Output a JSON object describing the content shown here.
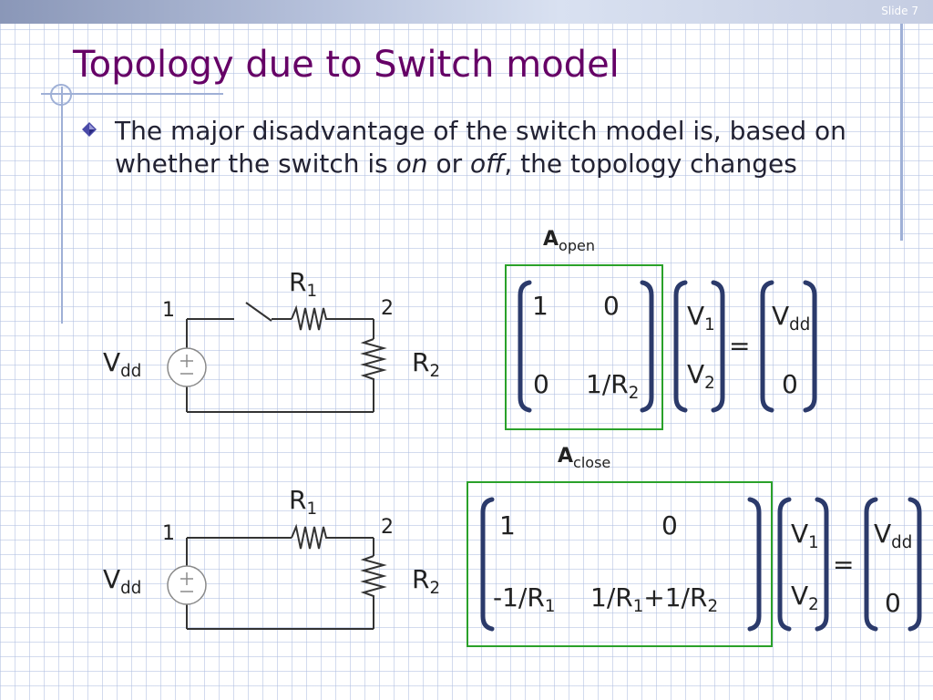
{
  "slide": {
    "number_label": "Slide 7",
    "title": "Topology due to Switch model",
    "bullet": {
      "text_before": "The major disadvantage of the switch model is, based on whether the switch is ",
      "em_on": "on",
      "text_middle": " or ",
      "em_off": "off",
      "text_after": ", the topology changes"
    }
  },
  "circuit_open": {
    "node1": "1",
    "node2": "2",
    "r1_main": "R",
    "r1_sub": "1",
    "r2_main": "R",
    "r2_sub": "2",
    "vdd_main": "V",
    "vdd_sub": "dd"
  },
  "circuit_close": {
    "node1": "1",
    "node2": "2",
    "r1_main": "R",
    "r1_sub": "1",
    "r2_main": "R",
    "r2_sub": "2",
    "vdd_main": "V",
    "vdd_sub": "dd"
  },
  "matrix_open": {
    "label_main": "A",
    "label_sub": "open",
    "a11": "1",
    "a12": "0",
    "a21": "0",
    "a22_main": "1/R",
    "a22_sub": "2",
    "v1_main": "V",
    "v1_sub": "1",
    "v2_main": "V",
    "v2_sub": "2",
    "equals": "=",
    "b1_main": "V",
    "b1_sub": "dd",
    "b2": "0"
  },
  "matrix_close": {
    "label_main": "A",
    "label_sub": "close",
    "a11": "1",
    "a12": "0",
    "a21_main": "-1/R",
    "a21_sub": "1",
    "a22_p1": "1/R",
    "a22_s1": "1",
    "a22_p2": "+1/R",
    "a22_s2": "2",
    "v1_main": "V",
    "v1_sub": "1",
    "v2_main": "V",
    "v2_sub": "2",
    "equals": "=",
    "b1_main": "V",
    "b1_sub": "dd",
    "b2": "0"
  },
  "colors": {
    "title": "#660066",
    "accent_line": "#9fb0d6",
    "matrix_box": "#2aa12a",
    "bracket": "#2b3a6b",
    "wire": "#333333"
  },
  "icons": {
    "bullet": "diamond-bullet-icon",
    "source": "voltage-source-icon"
  }
}
